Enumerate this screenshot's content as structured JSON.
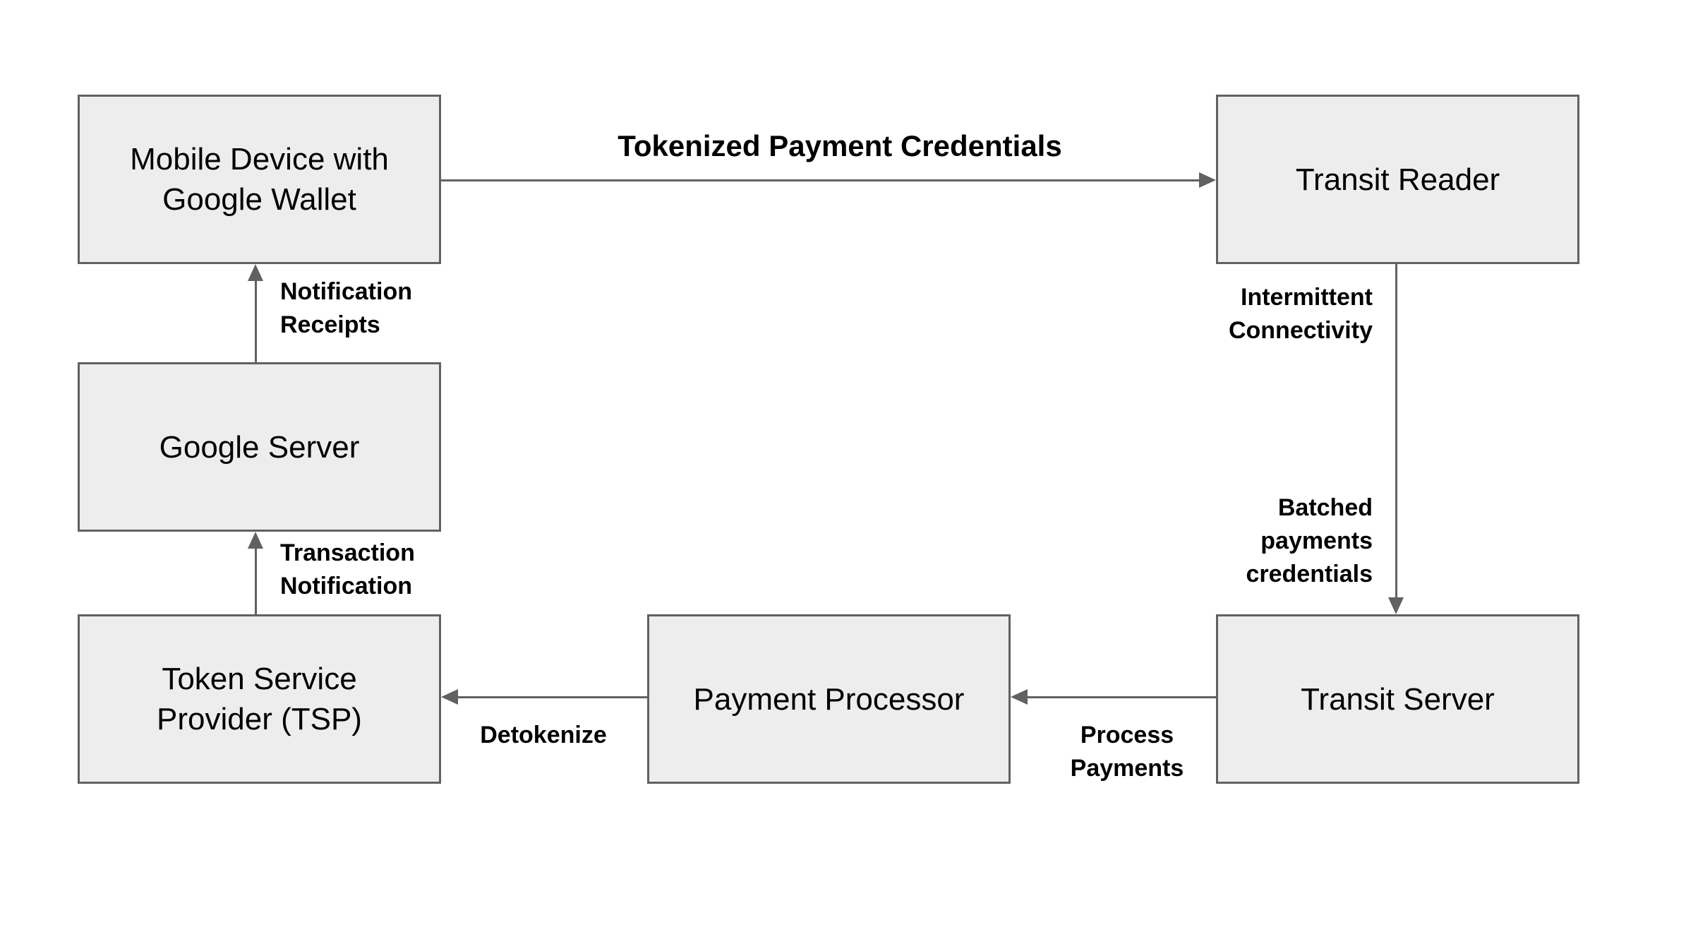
{
  "diagram": {
    "nodes": {
      "mobile": {
        "label": "Mobile Device with Google Wallet"
      },
      "transit_reader": {
        "label": "Transit Reader"
      },
      "google_server": {
        "label": "Google Server"
      },
      "tsp": {
        "label": "Token Service Provider (TSP)"
      },
      "payment_processor": {
        "label": "Payment Processor"
      },
      "transit_server": {
        "label": "Transit Server"
      }
    },
    "edges": {
      "tokenized": {
        "label": "Tokenized Payment Credentials",
        "from": "mobile",
        "to": "transit_reader",
        "direction": "right"
      },
      "intermittent": {
        "label": "Intermittent\nConnectivity",
        "from": "transit_reader",
        "to": "transit_server",
        "direction": "down"
      },
      "batched": {
        "label": "Batched\npayments\ncredentials",
        "from": "transit_reader",
        "to": "transit_server",
        "direction": "down"
      },
      "process_payments": {
        "label": "Process\nPayments",
        "from": "transit_server",
        "to": "payment_processor",
        "direction": "left"
      },
      "detokenize": {
        "label": "Detokenize",
        "from": "payment_processor",
        "to": "tsp",
        "direction": "left"
      },
      "transaction_notification": {
        "label": "Transaction\nNotification",
        "from": "tsp",
        "to": "google_server",
        "direction": "up"
      },
      "notification_receipts": {
        "label": "Notification\nReceipts",
        "from": "google_server",
        "to": "mobile",
        "direction": "up"
      }
    },
    "colors": {
      "node_fill": "#ededed",
      "node_border": "#616161",
      "arrow": "#616161",
      "text": "#000000",
      "background": "#ffffff"
    }
  }
}
